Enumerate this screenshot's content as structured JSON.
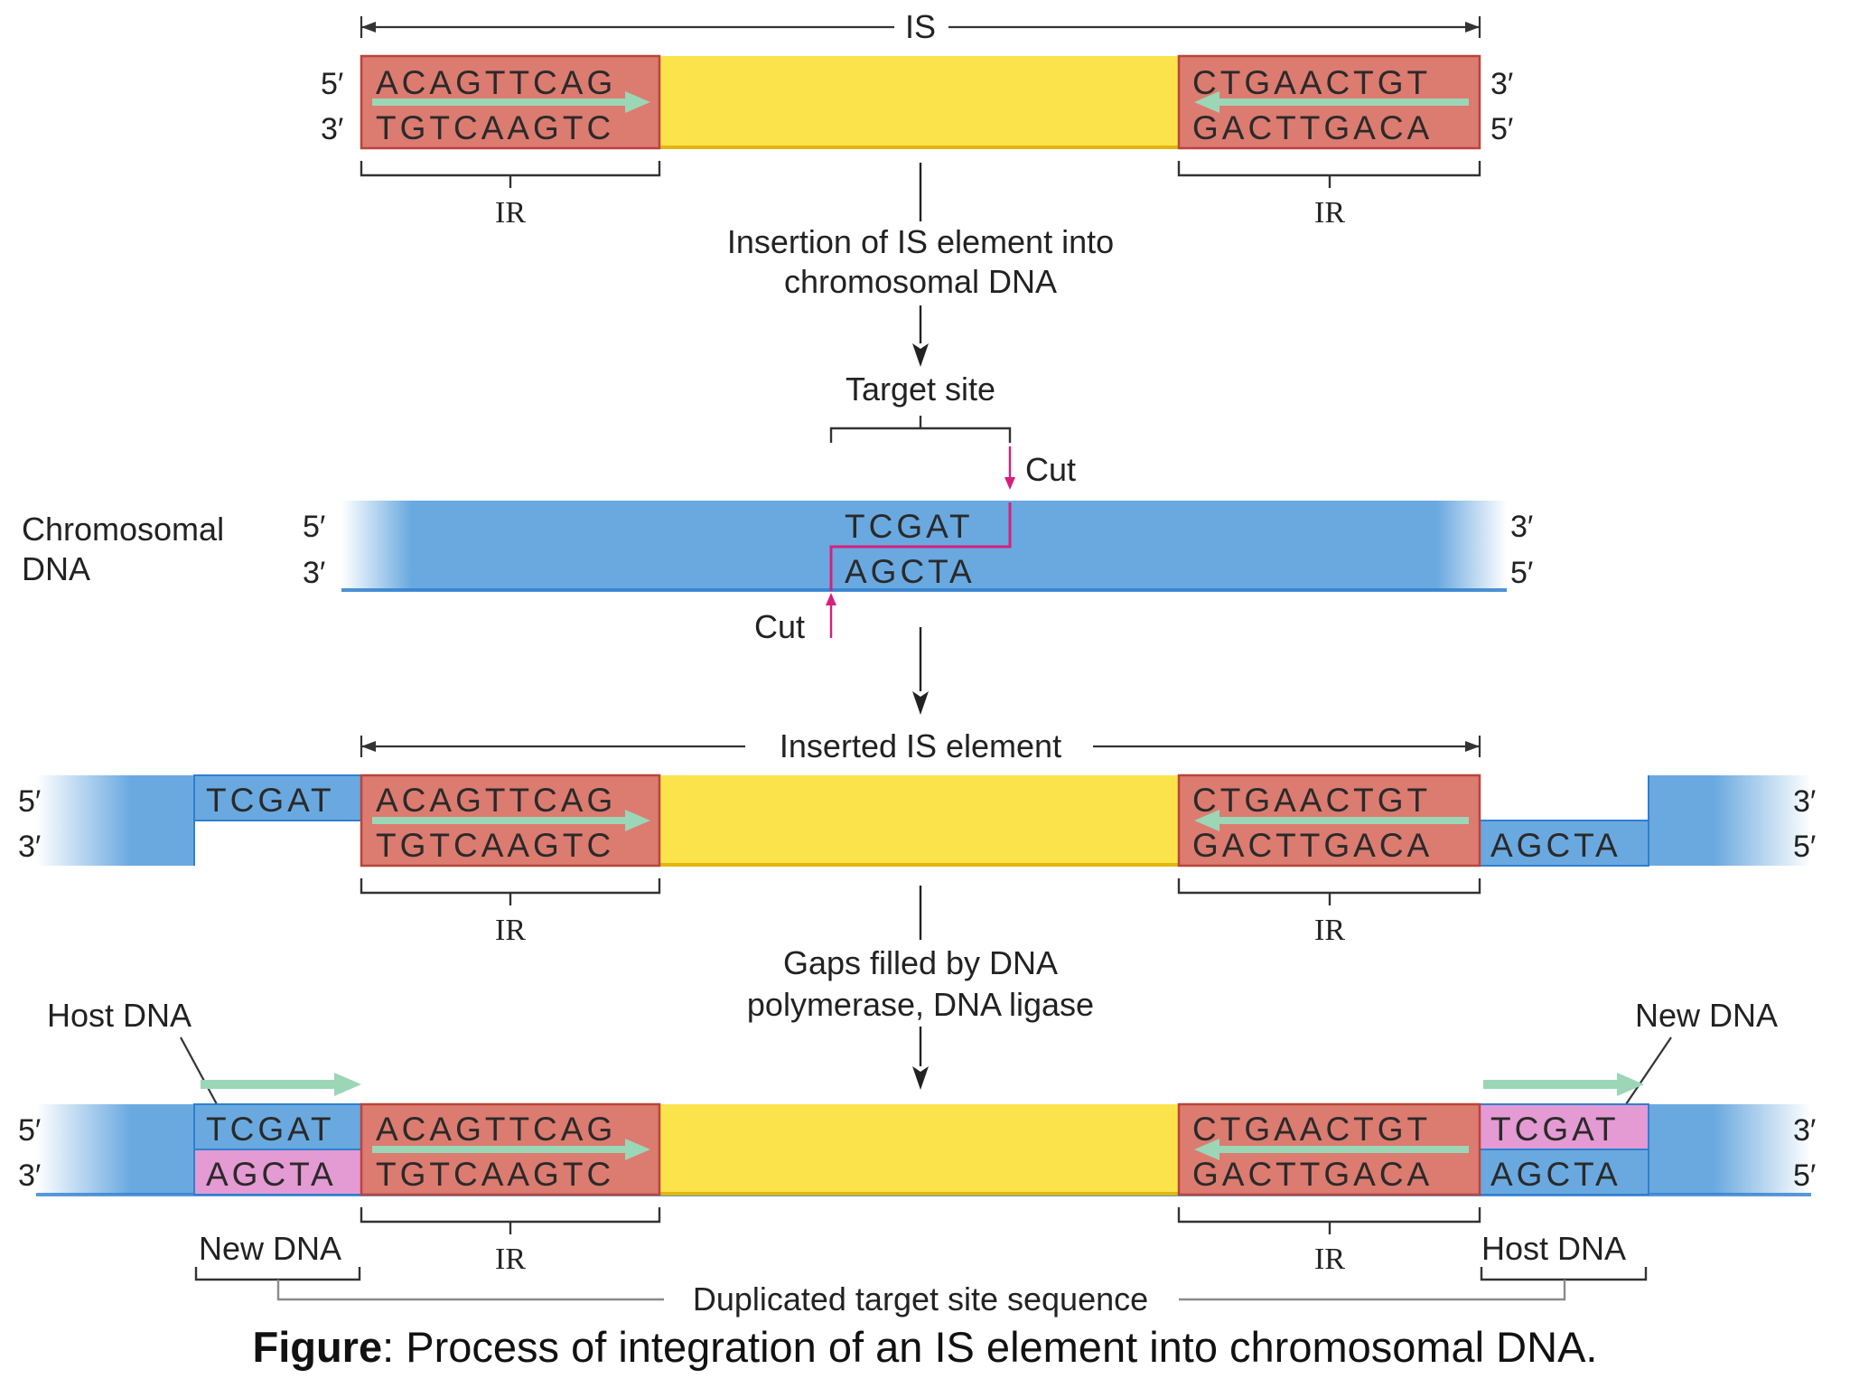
{
  "labels": {
    "is": "IS",
    "ir": "IR",
    "insertion_step": [
      "Insertion of IS element into",
      "chromosomal DNA"
    ],
    "target_site": "Target site",
    "cut": "Cut",
    "chromosomal_dna": [
      "Chromosomal",
      "DNA"
    ],
    "inserted_is_element": "Inserted IS element",
    "gaps_step": [
      "Gaps filled by DNA",
      "polymerase, DNA ligase"
    ],
    "host_dna": "Host DNA",
    "new_dna": "New DNA",
    "duplicated_target": "Duplicated target site sequence",
    "five_prime": "5′",
    "three_prime": "3′"
  },
  "sequences": {
    "ir_left_top": "ACAGTTCAG",
    "ir_left_bottom": "TGTCAAGTC",
    "ir_right_top": "CTGAACTGT",
    "ir_right_bottom": "GACTTGACA",
    "target_top": "TCGAT",
    "target_bottom": "AGCTA"
  },
  "caption": {
    "bold": "Figure",
    "text": ": Process of integration of an IS element into chromosomal DNA."
  },
  "colors": {
    "ir_red": "#dc7b70",
    "ir_border": "#b9453c",
    "core_yellow": "#fbe34c",
    "dna_blue": "#6aa9e0",
    "dna_blue_dark": "#2f7fcf",
    "new_pink": "#e49ad3",
    "arrow_green": "#9bd6b7",
    "cut_magenta": "#d6207d"
  }
}
